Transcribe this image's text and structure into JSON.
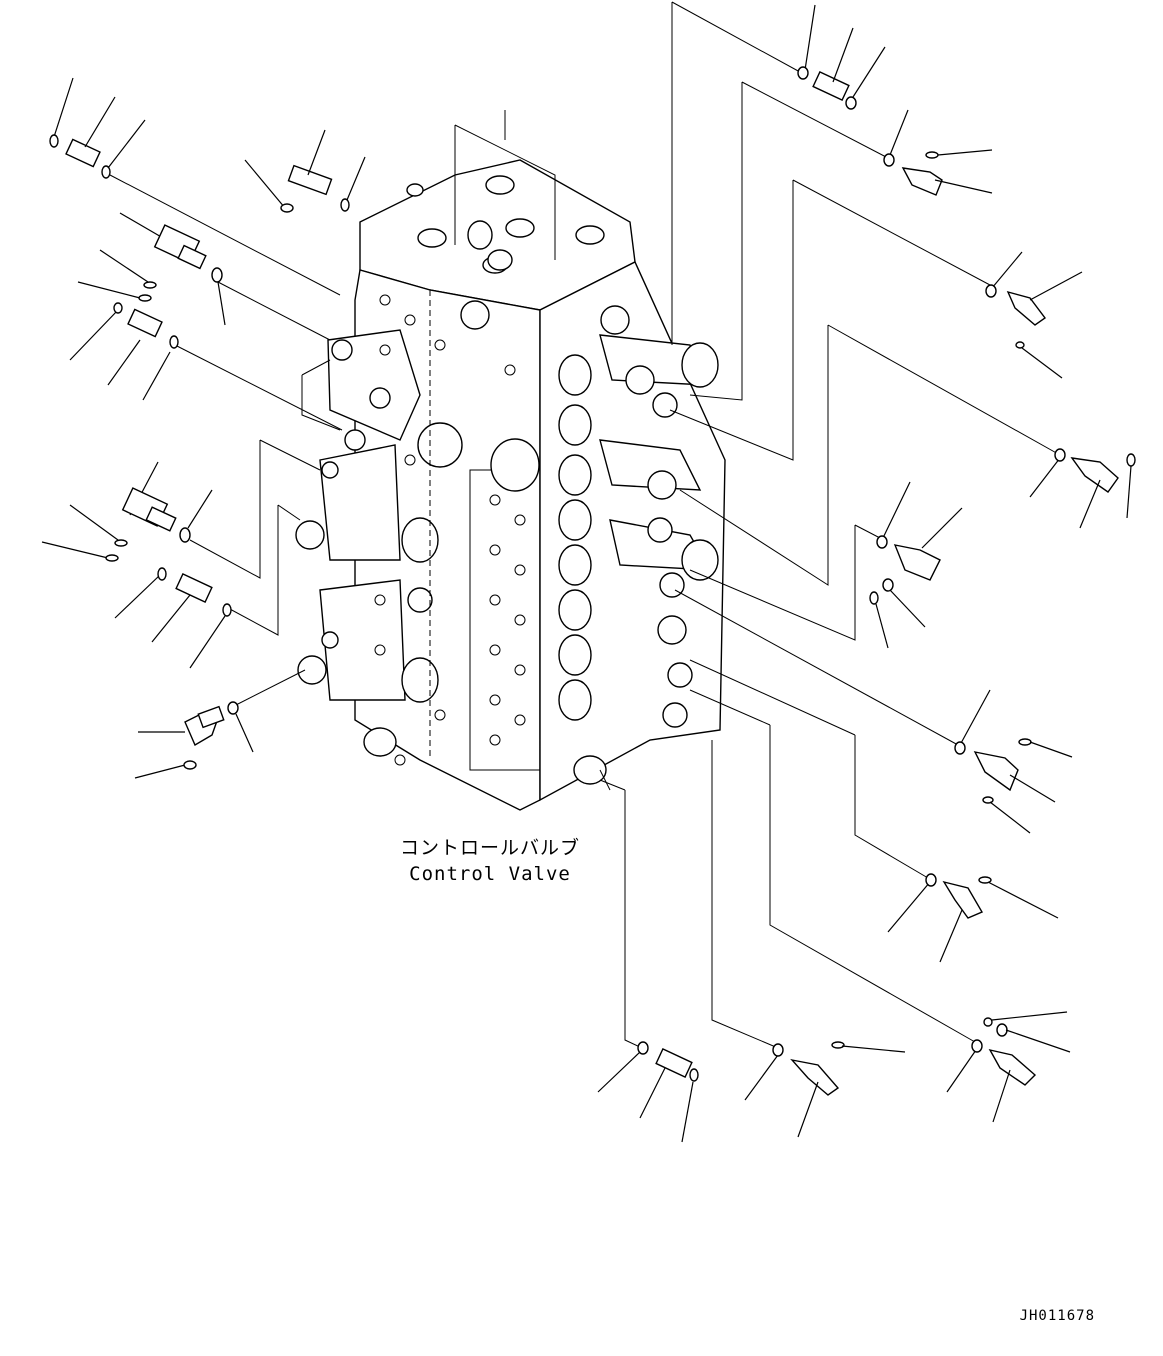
{
  "caption": {
    "japanese": "コントロールバルブ",
    "english": "Control Valve"
  },
  "drawing_id": "JH011678"
}
